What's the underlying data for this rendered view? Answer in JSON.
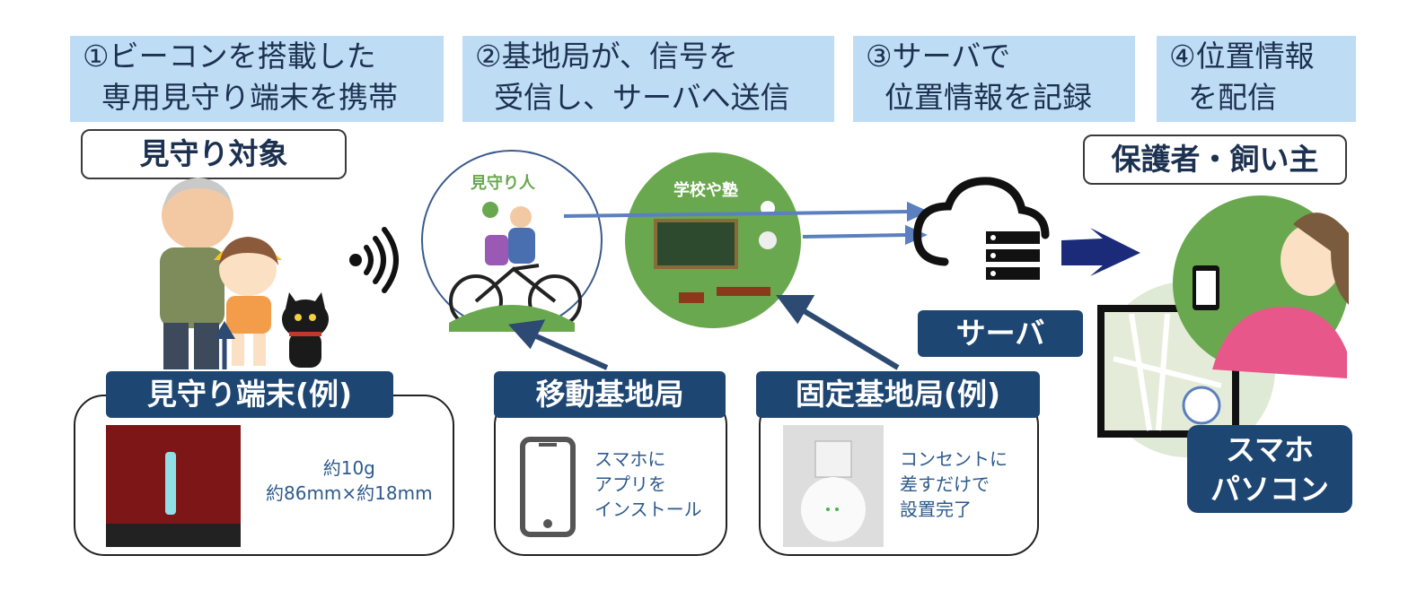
{
  "steps": [
    {
      "text": "①ビーコンを搭載した\n  専用見守り端末を携帯"
    },
    {
      "text": "②基地局が、信号を\n  受信し、サーバへ送信"
    },
    {
      "text": "③サーバで\n  位置情報を記録"
    },
    {
      "text": "④位置情報\n  を配信"
    }
  ],
  "labels": {
    "watched": "見守り対象",
    "guardian": "保護者・飼い主",
    "watcher_circle": "見守り人",
    "school_circle": "学校や塾",
    "server": "サーバ",
    "device": "見守り端末(例)",
    "mobile_station": "移動基地局",
    "fixed_station": "固定基地局(例)",
    "smartphone_pc": "スマホ\nパソコン"
  },
  "device_card": {
    "spec": "約10g\n約86mm×約18mm"
  },
  "mobile_card": {
    "text": "スマホに\nアプリを\nインストール"
  },
  "fixed_card": {
    "text": "コンセントに\n差すだけで\n設置完了"
  },
  "colors": {
    "step_bg": "#bfdcf5",
    "navy": "#1d4673",
    "green_circle": "#6aa84f",
    "arrow": "#5b7fbf"
  }
}
